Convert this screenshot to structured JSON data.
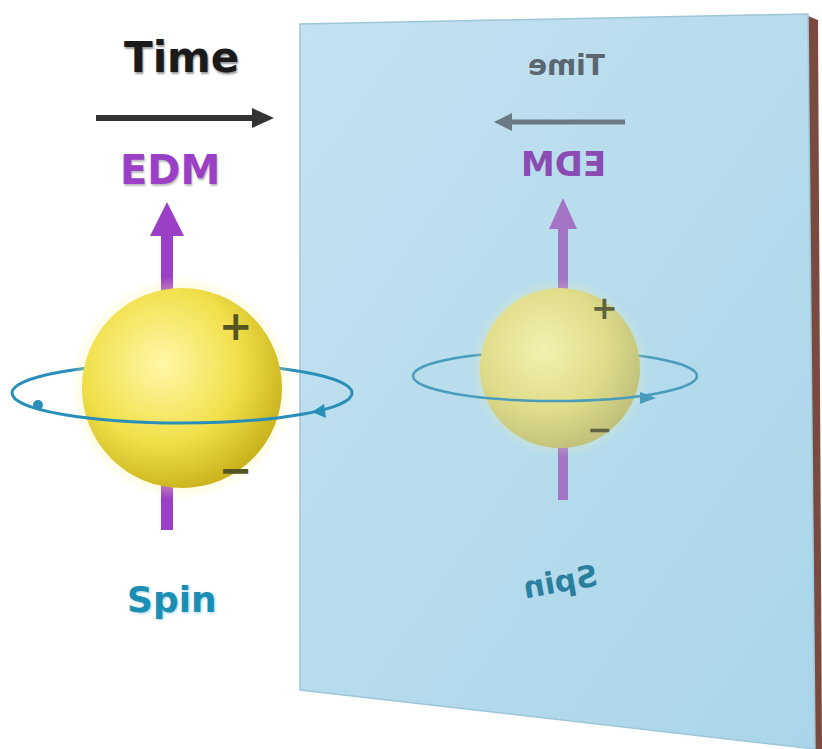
{
  "diagram": {
    "labels": [
      "Time",
      "EDM",
      "+",
      "−",
      "Spin",
      "Time",
      "EDM",
      "+",
      "−",
      "Spin"
    ]
  }
}
